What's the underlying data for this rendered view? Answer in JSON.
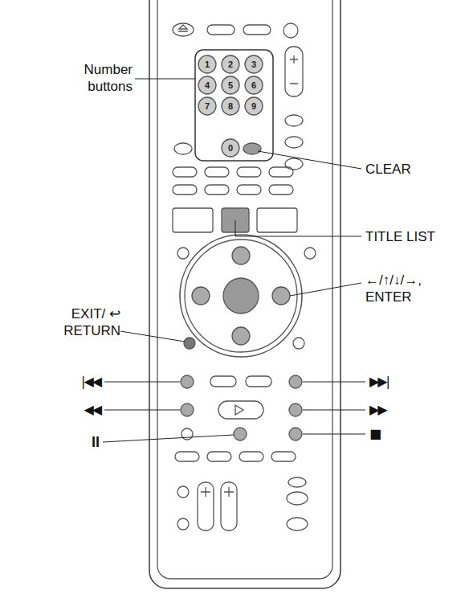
{
  "diagram": {
    "labels": [
      "Number buttons",
      "CLEAR",
      "TITLE LIST",
      "←/↑/↓/→, ENTER",
      "EXIT/ ↩ RETURN",
      "|◀◀",
      "▶▶|",
      "◀◀",
      "▶▶",
      "II",
      "■",
      "1",
      "2",
      "3",
      "4",
      "5",
      "6",
      "7",
      "8",
      "9",
      "0"
    ]
  }
}
